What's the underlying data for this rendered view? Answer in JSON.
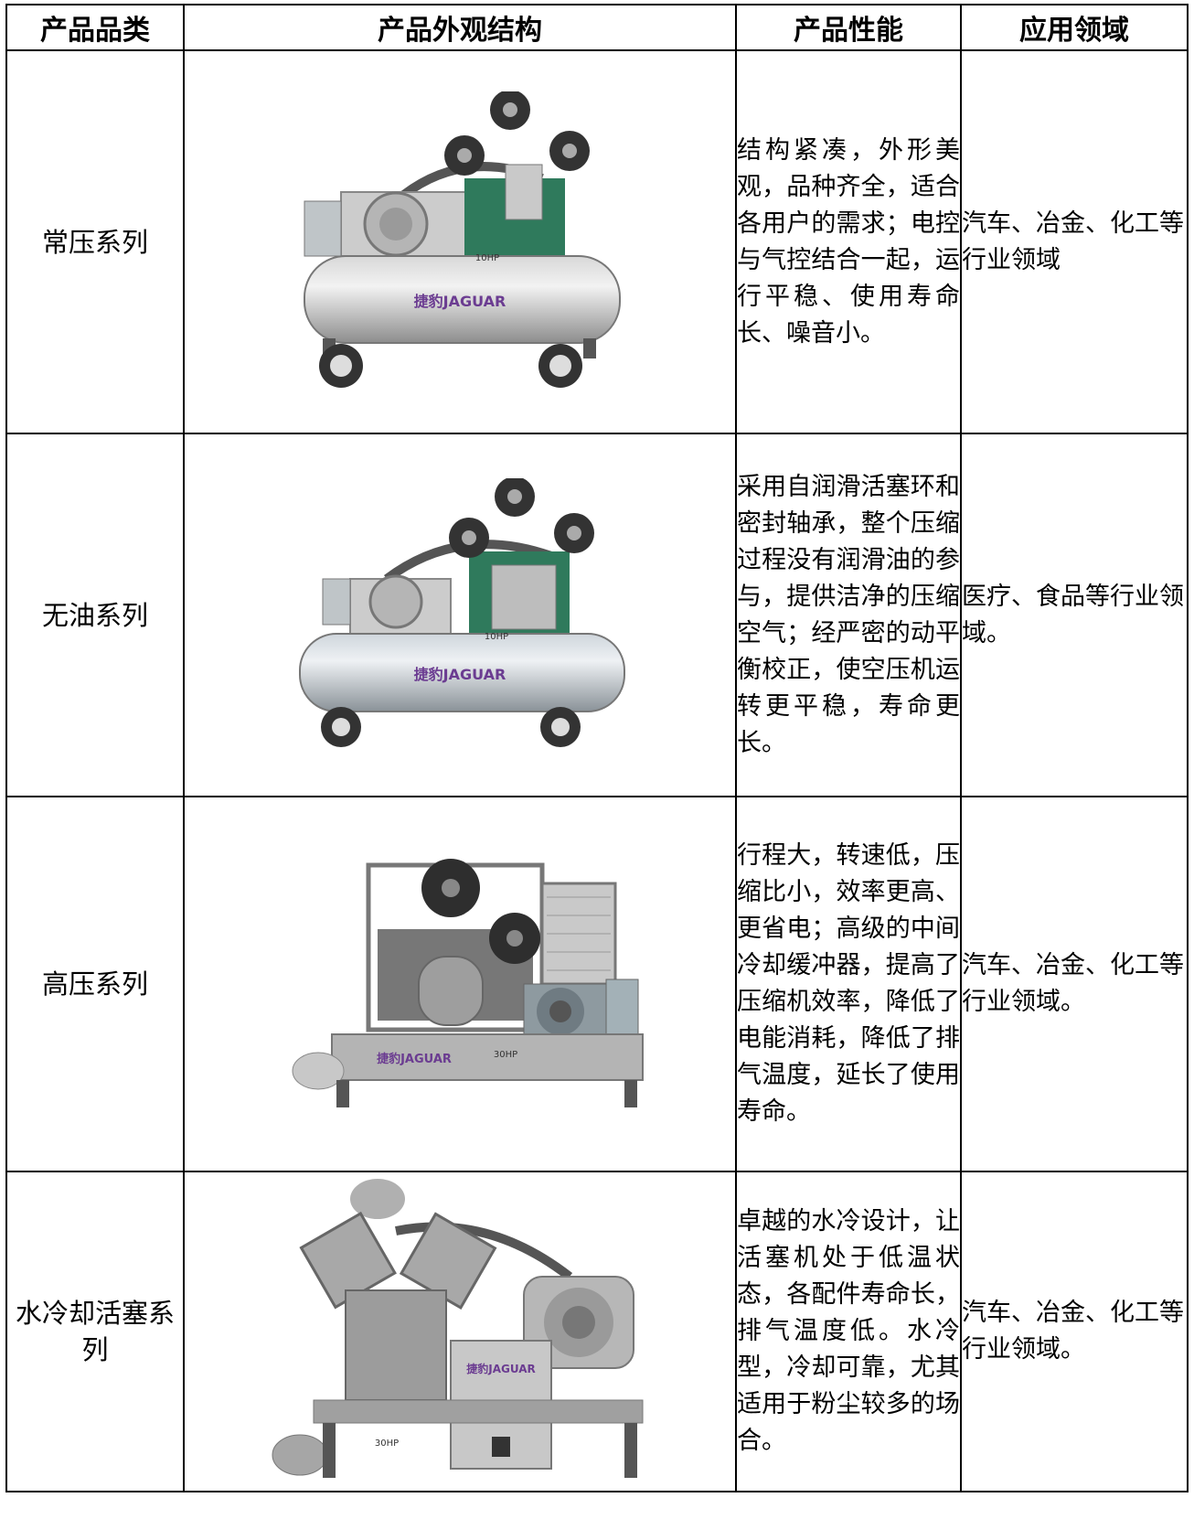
{
  "table": {
    "headers": [
      "产品品类",
      "产品外观结构",
      "产品性能",
      "应用领域"
    ],
    "rows": [
      {
        "category": "常压系列",
        "performance": "结构紧凑，外形美观，品种齐全，适合各用户的需求；电控与气控结合一起，运行平稳、使用寿命长、噪音小。",
        "application": "汽车、冶金、化工等行业领域",
        "image": {
          "brand": "捷豹JAGUAR",
          "plate": "10HP",
          "icon": "tank-air-compressor-icon"
        }
      },
      {
        "category": "无油系列",
        "performance": "采用自润滑活塞环和密封轴承，整个压缩过程没有润滑油的参与，提供洁净的压缩空气；经严密的动平衡校正，使空压机运转更平稳，寿命更长。",
        "application": "医疗、食品等行业领域。",
        "image": {
          "brand": "捷豹JAGUAR",
          "plate": "10HP",
          "icon": "oil-free-air-compressor-icon"
        }
      },
      {
        "category": "高压系列",
        "performance": "行程大，转速低，压缩比小，效率更高、更省电；高级的中间冷却缓冲器，提高了压缩机效率，降低了电能消耗，降低了排气温度，延长了使用寿命。",
        "application": "汽车、冶金、化工等行业领域。",
        "image": {
          "brand": "捷豹JAGUAR",
          "plate": "30HP",
          "icon": "high-pressure-compressor-icon"
        }
      },
      {
        "category": "水冷却活塞系列",
        "performance": "卓越的水冷设计，让活塞机处于低温状态，各配件寿命长，排气温度低。水冷型，冷却可靠，尤其适用于粉尘较多的场合。",
        "application": "汽车、冶金、化工等行业领域。",
        "image": {
          "brand": "捷豹JAGUAR",
          "plate": "30HP",
          "icon": "water-cooled-piston-compressor-icon"
        }
      }
    ]
  }
}
